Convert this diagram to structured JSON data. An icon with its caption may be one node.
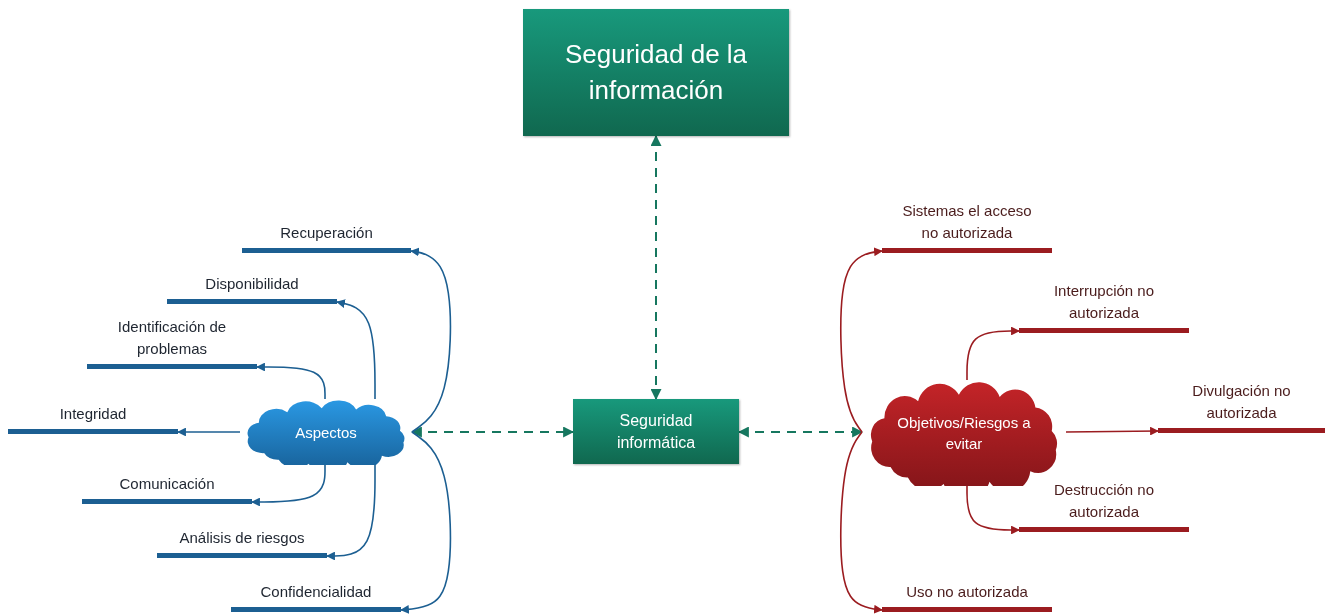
{
  "diagram": {
    "nodes": [
      {
        "text": [
          "Seguridad de la información"
        ]
      },
      {
        "text": [
          "Seguridad informática"
        ]
      },
      {
        "text": [
          "Aspectos"
        ]
      },
      {
        "text": [
          "Objetivos/Riesgos a evitar"
        ]
      },
      {
        "text": [
          "Recuperación"
        ]
      },
      {
        "text": [
          "Disponibilidad"
        ]
      },
      {
        "text": [
          "Identificación de problemas"
        ]
      },
      {
        "text": [
          "Integridad"
        ]
      },
      {
        "text": [
          "Comunicación"
        ]
      },
      {
        "text": [
          "Análisis de riesgos"
        ]
      },
      {
        "text": [
          "Confidencialidad"
        ]
      },
      {
        "text": [
          "Sistemas el acceso no autorizada"
        ]
      },
      {
        "text": [
          "Interrupción no autorizada"
        ]
      },
      {
        "text": [
          "Divulgación no autorizada"
        ]
      },
      {
        "text": [
          "Destrucción no autorizada"
        ]
      },
      {
        "text": [
          "Uso no autorizada"
        ]
      }
    ],
    "edges": [
      {
        "from": 0,
        "to": 1,
        "arrow": "both",
        "style": "dashed",
        "color": "#16775f"
      },
      {
        "from": 2,
        "to": 1,
        "arrow": "both",
        "style": "dashed",
        "color": "#16775f"
      },
      {
        "from": 1,
        "to": 3,
        "arrow": "both",
        "style": "dashed",
        "color": "#16775f"
      },
      {
        "from": 2,
        "to": 4,
        "arrow": "to"
      },
      {
        "from": 2,
        "to": 5,
        "arrow": "to"
      },
      {
        "from": 2,
        "to": 6,
        "arrow": "to"
      },
      {
        "from": 2,
        "to": 7,
        "arrow": "to"
      },
      {
        "from": 2,
        "to": 8,
        "arrow": "to"
      },
      {
        "from": 2,
        "to": 9,
        "arrow": "to"
      },
      {
        "from": 2,
        "to": 10,
        "arrow": "to"
      },
      {
        "from": 3,
        "to": 11,
        "arrow": "to",
        "color": "#9b1c20"
      },
      {
        "from": 3,
        "to": 12,
        "arrow": "to",
        "color": "#9b1c20"
      },
      {
        "from": 3,
        "to": 13,
        "arrow": "to",
        "color": "#9b1c20"
      },
      {
        "from": 3,
        "to": 14,
        "arrow": "to",
        "color": "#9b1c20"
      },
      {
        "from": 3,
        "to": 15,
        "arrow": "to",
        "color": "#9b1c20"
      }
    ]
  }
}
